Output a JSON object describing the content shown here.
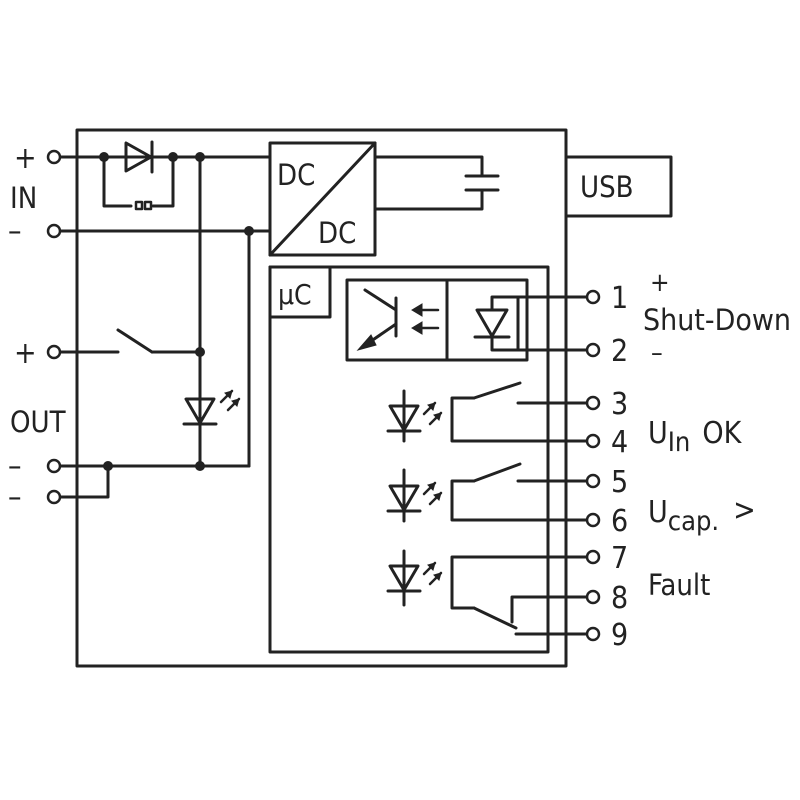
{
  "blocks": {
    "dc_dc_top": "DC",
    "dc_dc_bottom": "DC",
    "usb": "USB",
    "microcontroller": "µC"
  },
  "input": {
    "label": "IN",
    "plus": "+",
    "minus": "–"
  },
  "output": {
    "label": "OUT",
    "plus": "+",
    "minus_1": "–",
    "minus_2": "–"
  },
  "terminals": [
    "1",
    "2",
    "3",
    "4",
    "5",
    "6",
    "7",
    "8",
    "9"
  ],
  "signals": {
    "shutdown_plus": "+",
    "shutdown": "Shut-Down",
    "shutdown_minus": "–",
    "uin_base": "U",
    "uin_sub": "In",
    "uin_suffix": "OK",
    "ucap_base": "U",
    "ucap_sub": "cap.",
    "ucap_suffix": ">",
    "fault": "Fault"
  }
}
